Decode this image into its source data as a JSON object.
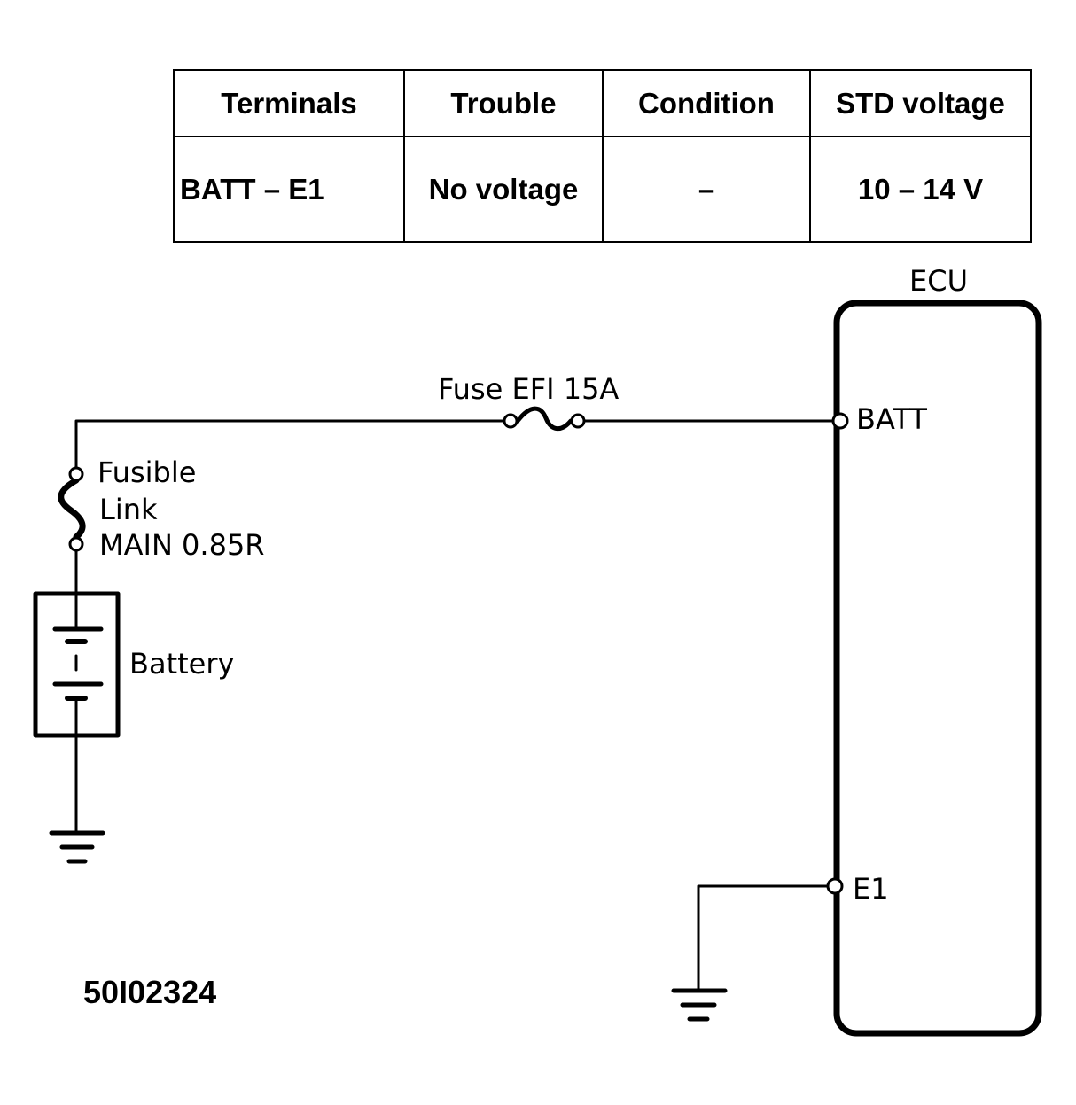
{
  "table": {
    "headers": [
      "Terminals",
      "Trouble",
      "Condition",
      "STD voltage"
    ],
    "rows": [
      [
        "BATT – E1",
        "No voltage",
        "–",
        "10 – 14 V"
      ]
    ]
  },
  "diagram": {
    "ecu_label": "ECU",
    "fuse_label": "Fuse EFI 15A",
    "batt_terminal": "BATT",
    "e1_terminal": "E1",
    "fusible_link_line1": "Fusible",
    "fusible_link_line2": "Link",
    "fusible_link_line3": "MAIN 0.85R",
    "battery_label": "Battery",
    "figure_code": "50I02324"
  }
}
